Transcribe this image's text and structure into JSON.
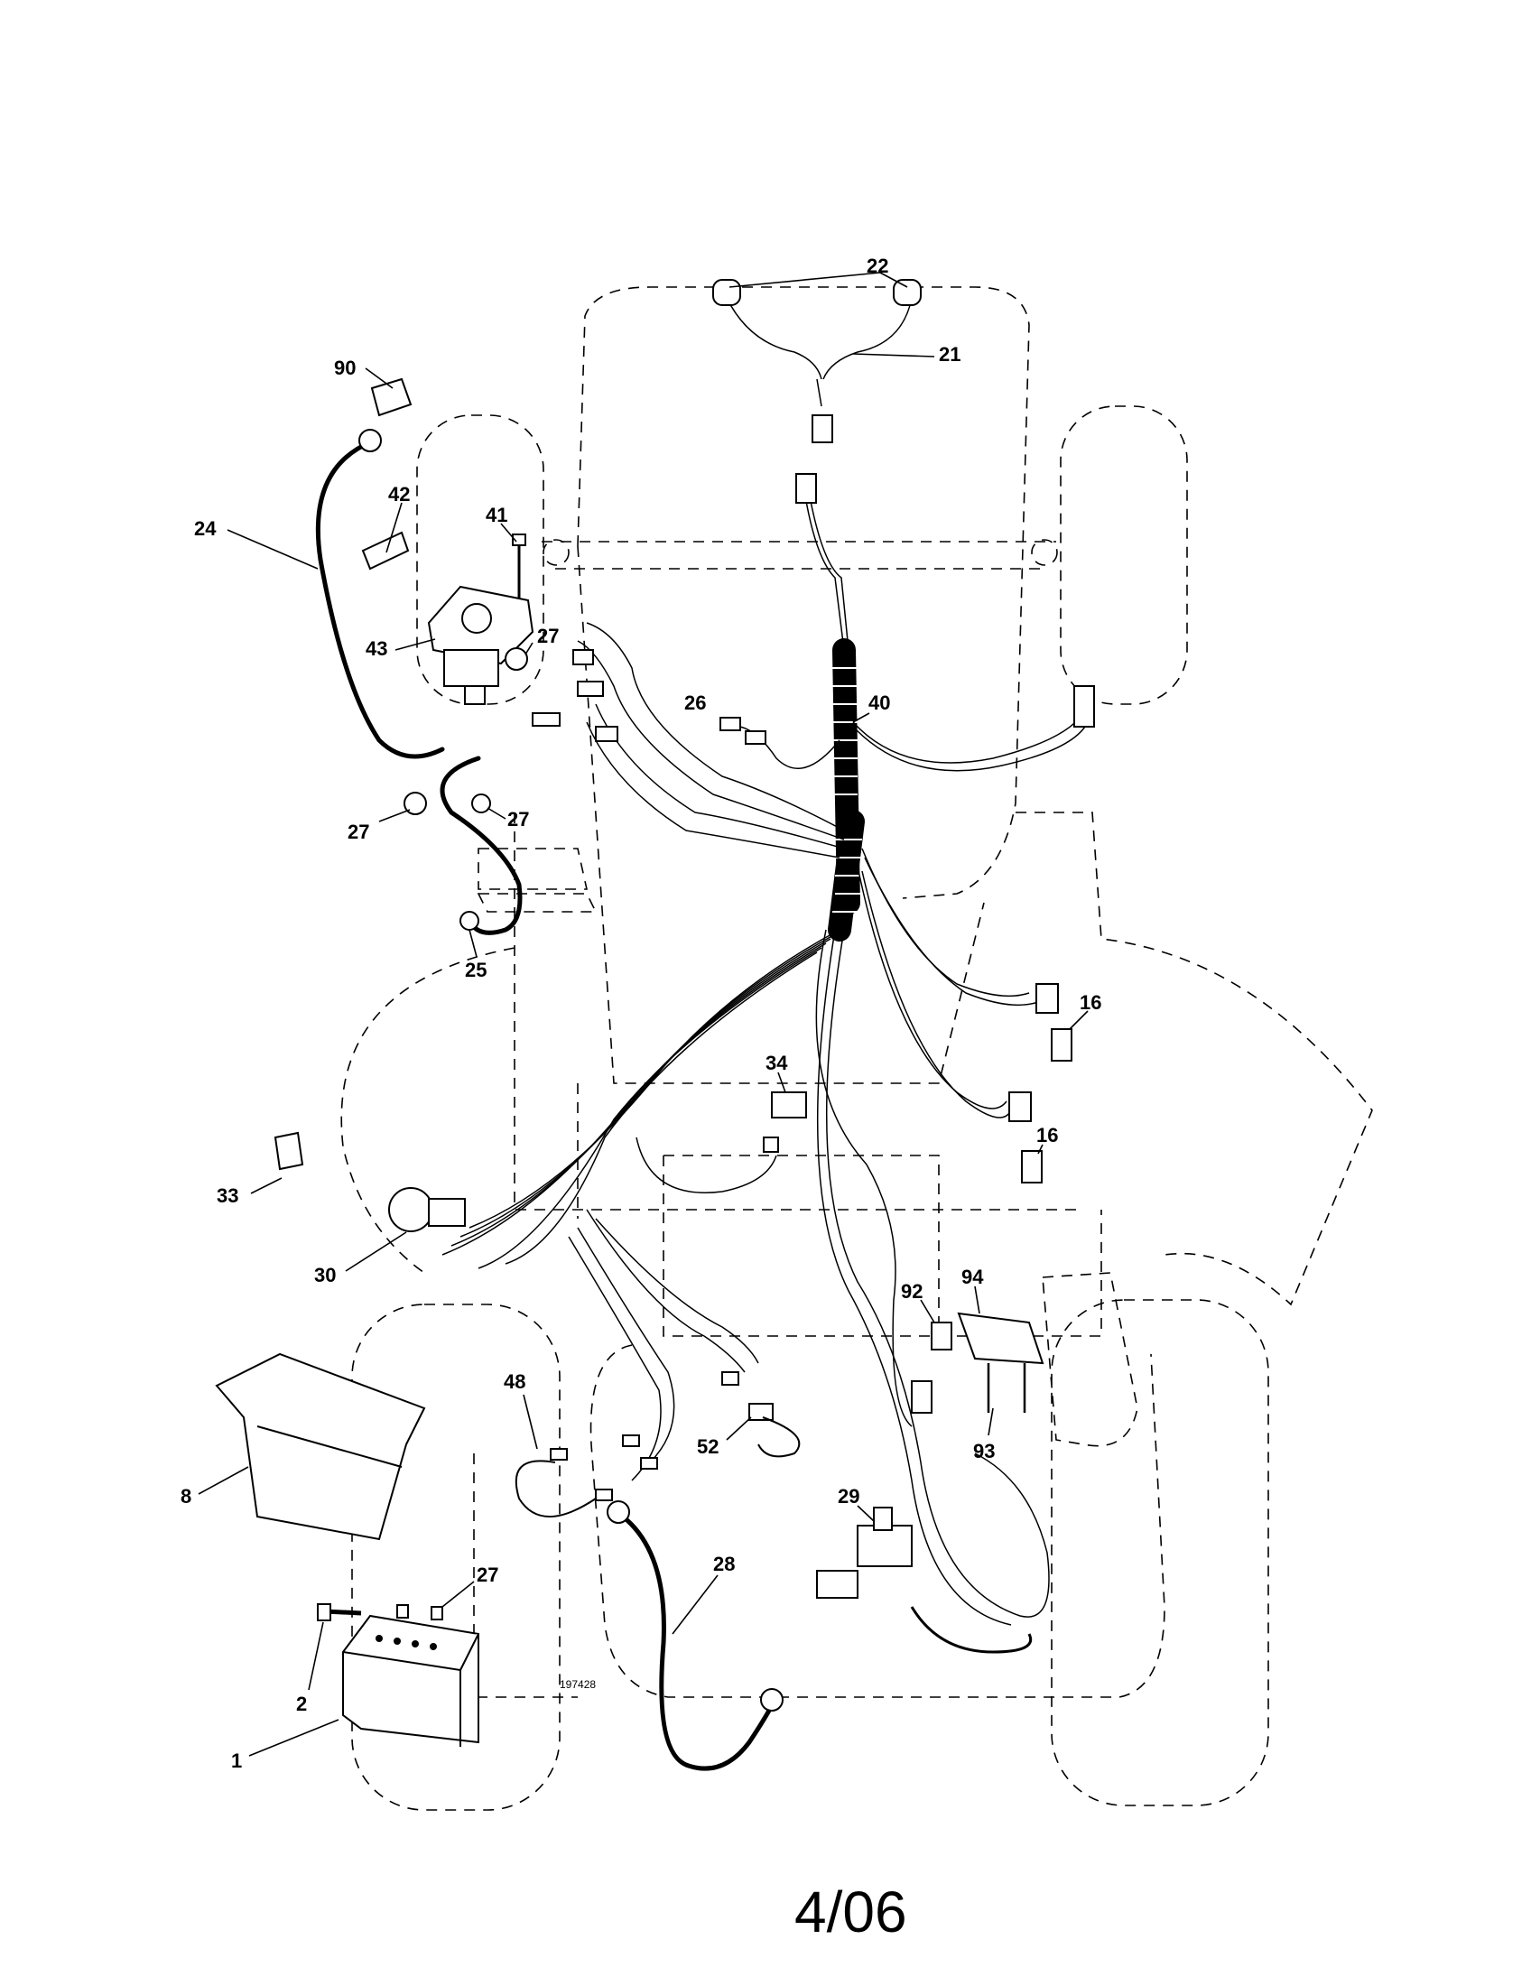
{
  "diagram": {
    "drawing_number": "197428",
    "page_label": "4/06",
    "callouts": [
      {
        "label": "22"
      },
      {
        "label": "21"
      },
      {
        "label": "90"
      },
      {
        "label": "42"
      },
      {
        "label": "41"
      },
      {
        "label": "24"
      },
      {
        "label": "43"
      },
      {
        "label": "27"
      },
      {
        "label": "26"
      },
      {
        "label": "40"
      },
      {
        "label": "27"
      },
      {
        "label": "27"
      },
      {
        "label": "25"
      },
      {
        "label": "16"
      },
      {
        "label": "34"
      },
      {
        "label": "16"
      },
      {
        "label": "33"
      },
      {
        "label": "30"
      },
      {
        "label": "92"
      },
      {
        "label": "94"
      },
      {
        "label": "48"
      },
      {
        "label": "52"
      },
      {
        "label": "93"
      },
      {
        "label": "8"
      },
      {
        "label": "29"
      },
      {
        "label": "27"
      },
      {
        "label": "28"
      },
      {
        "label": "2"
      },
      {
        "label": "1"
      }
    ]
  }
}
